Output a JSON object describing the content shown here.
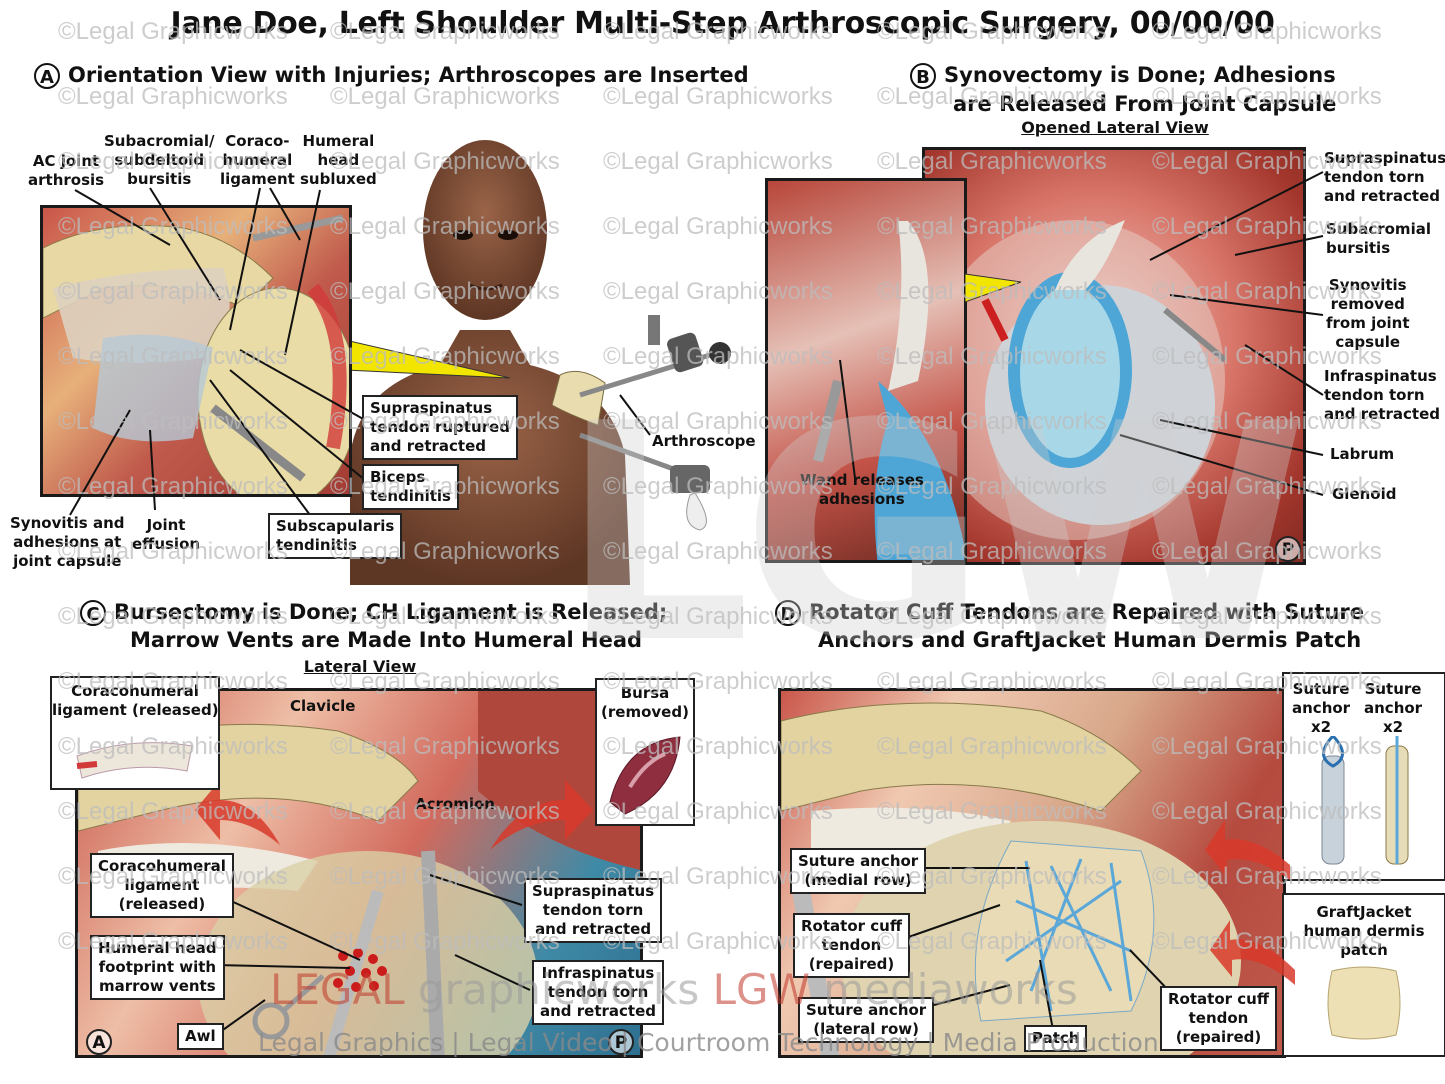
{
  "title": "Jane Doe, Left Shoulder Multi-Step Arthroscopic Surgery, 00/00/00",
  "watermark": "©Legal Graphicworks",
  "panel_a": {
    "letter": "A",
    "heading": "Orientation View with Injuries; Arthroscopes are Inserted",
    "labels": {
      "ac_joint": "AC joint\narthrosis",
      "bursitis": "Subacromial/\nsubdeltoid\nbursitis",
      "coraco": "Coraco-\nhumeral\nligament",
      "humeral_head": "Humeral\nhead\nsubluxed",
      "supraspinatus": "Supraspinatus\ntendon ruptured\nand retracted",
      "biceps": "Biceps\ntendinitis",
      "subscapularis": "Subscapularis\ntendinitis",
      "synovitis": "Synovitis and\nadhesions at\njoint capsule",
      "effusion": "Joint\neffusion",
      "arthroscope": "Arthroscope"
    }
  },
  "panel_b": {
    "letter": "B",
    "heading_line1": "Synovectomy is Done; Adhesions",
    "heading_line2": "are Released From Joint Capsule",
    "subheading": "Opened Lateral View",
    "corner_mark": "P",
    "labels": {
      "supraspinatus": "Supraspinatus\ntendon torn\nand retracted",
      "subacromial": "Subacromial\nbursitis",
      "synovitis": "Synovitis\nremoved\nfrom joint\ncapsule",
      "infraspinatus": "Infraspinatus\ntendon torn\nand retracted",
      "labrum": "Labrum",
      "glenoid": "Glenoid",
      "wand": "Wand releases\nadhesions"
    }
  },
  "panel_c": {
    "letter": "C",
    "heading_line1": "Bursectomy is Done; CH Ligament is Released;",
    "heading_line2": "Marrow Vents are Made Into Humeral Head",
    "subheading": "Lateral View",
    "corner_left": "A",
    "corner_right": "P",
    "labels": {
      "coraco_released_inset": "Coracohumeral\nligament (released)",
      "clavicle": "Clavicle",
      "acromion": "Acromion",
      "bursa": "Bursa\n(removed)",
      "coraco_released": "Coracohumeral\nligament\n(released)",
      "footprint": "Humeral head\nfootprint with\nmarrow vents",
      "supraspinatus": "Supraspinatus\ntendon torn\nand retracted",
      "infraspinatus": "Infraspinatus\ntendon torn\nand retracted",
      "awl": "Awl"
    }
  },
  "panel_d": {
    "letter": "D",
    "heading_line1": "Rotator Cuff Tendons are Repaired with Suture",
    "heading_line2": "Anchors and GraftJacket Human Dermis Patch",
    "labels": {
      "anchor1": "Suture\nanchor\nx2",
      "anchor2": "Suture\nanchor\nx2",
      "medial_row": "Suture anchor\n(medial row)",
      "rotator_repaired": "Rotator cuff\ntendon\n(repaired)",
      "lateral_row": "Suture anchor\n(lateral row)",
      "patch": "Patch",
      "rotator_repaired_right": "Rotator cuff\ntendon\n(repaired)",
      "graftjacket": "GraftJacket\nhuman dermis\npatch"
    }
  },
  "branding": {
    "logo_text_1": "LEGAL",
    "logo_text_2": " graphicworks ",
    "logo_text_3": "LGW",
    "logo_text_4": " mediaworks",
    "big_mark": "LGW",
    "tagline": "Legal Graphics | Legal Video | Courtroom Technology | Media Production"
  },
  "colors": {
    "muscle": "#b8453a",
    "bone": "#e3d3a0",
    "cartilage": "#8ec9de",
    "tendon": "#e8e2d6",
    "skin": "#7a4a35",
    "highlight": "#f2e600"
  }
}
